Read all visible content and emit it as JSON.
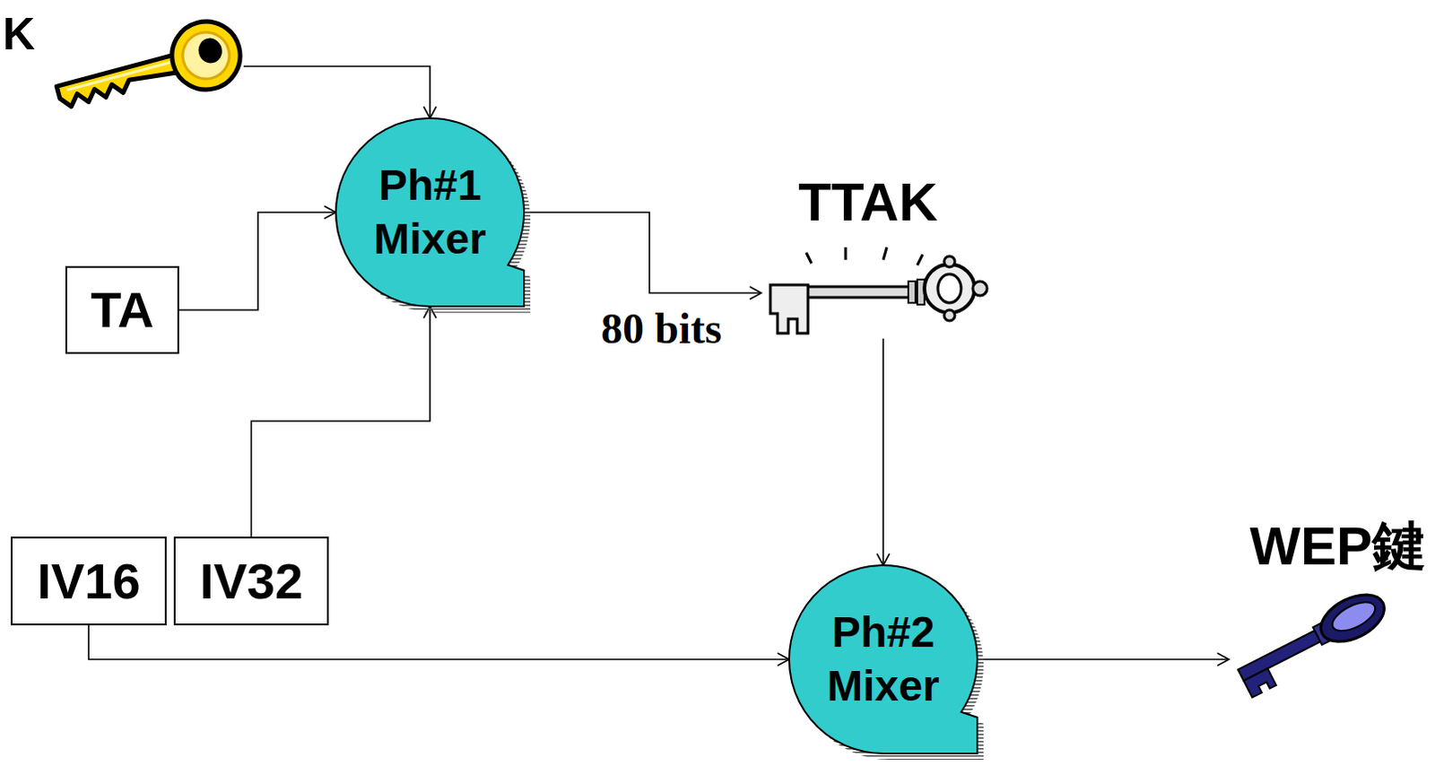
{
  "diagram": {
    "nodes": [
      {
        "text": [
          "K"
        ]
      },
      {
        "text": [
          "Ph#1 Mixer"
        ]
      },
      {
        "text": [
          "TTAK"
        ]
      },
      {
        "text": [
          "TA"
        ]
      },
      {
        "text": [
          "IV16"
        ]
      },
      {
        "text": [
          "IV32"
        ]
      },
      {
        "text": [
          "Ph#2 Mixer"
        ]
      },
      {
        "text": [
          "WEP鍵"
        ]
      }
    ],
    "edges": [
      {
        "from": 0,
        "to": 1,
        "arrow": "to"
      },
      {
        "from": 3,
        "to": 1,
        "arrow": "to"
      },
      {
        "from": 5,
        "to": 1,
        "arrow": "to"
      },
      {
        "from": 1,
        "to": 2,
        "arrow": "to",
        "label": "80 bits"
      },
      {
        "from": 2,
        "to": 6,
        "arrow": "to"
      },
      {
        "from": 4,
        "to": 6,
        "arrow": "to"
      },
      {
        "from": 6,
        "to": 7,
        "arrow": "to"
      }
    ]
  }
}
